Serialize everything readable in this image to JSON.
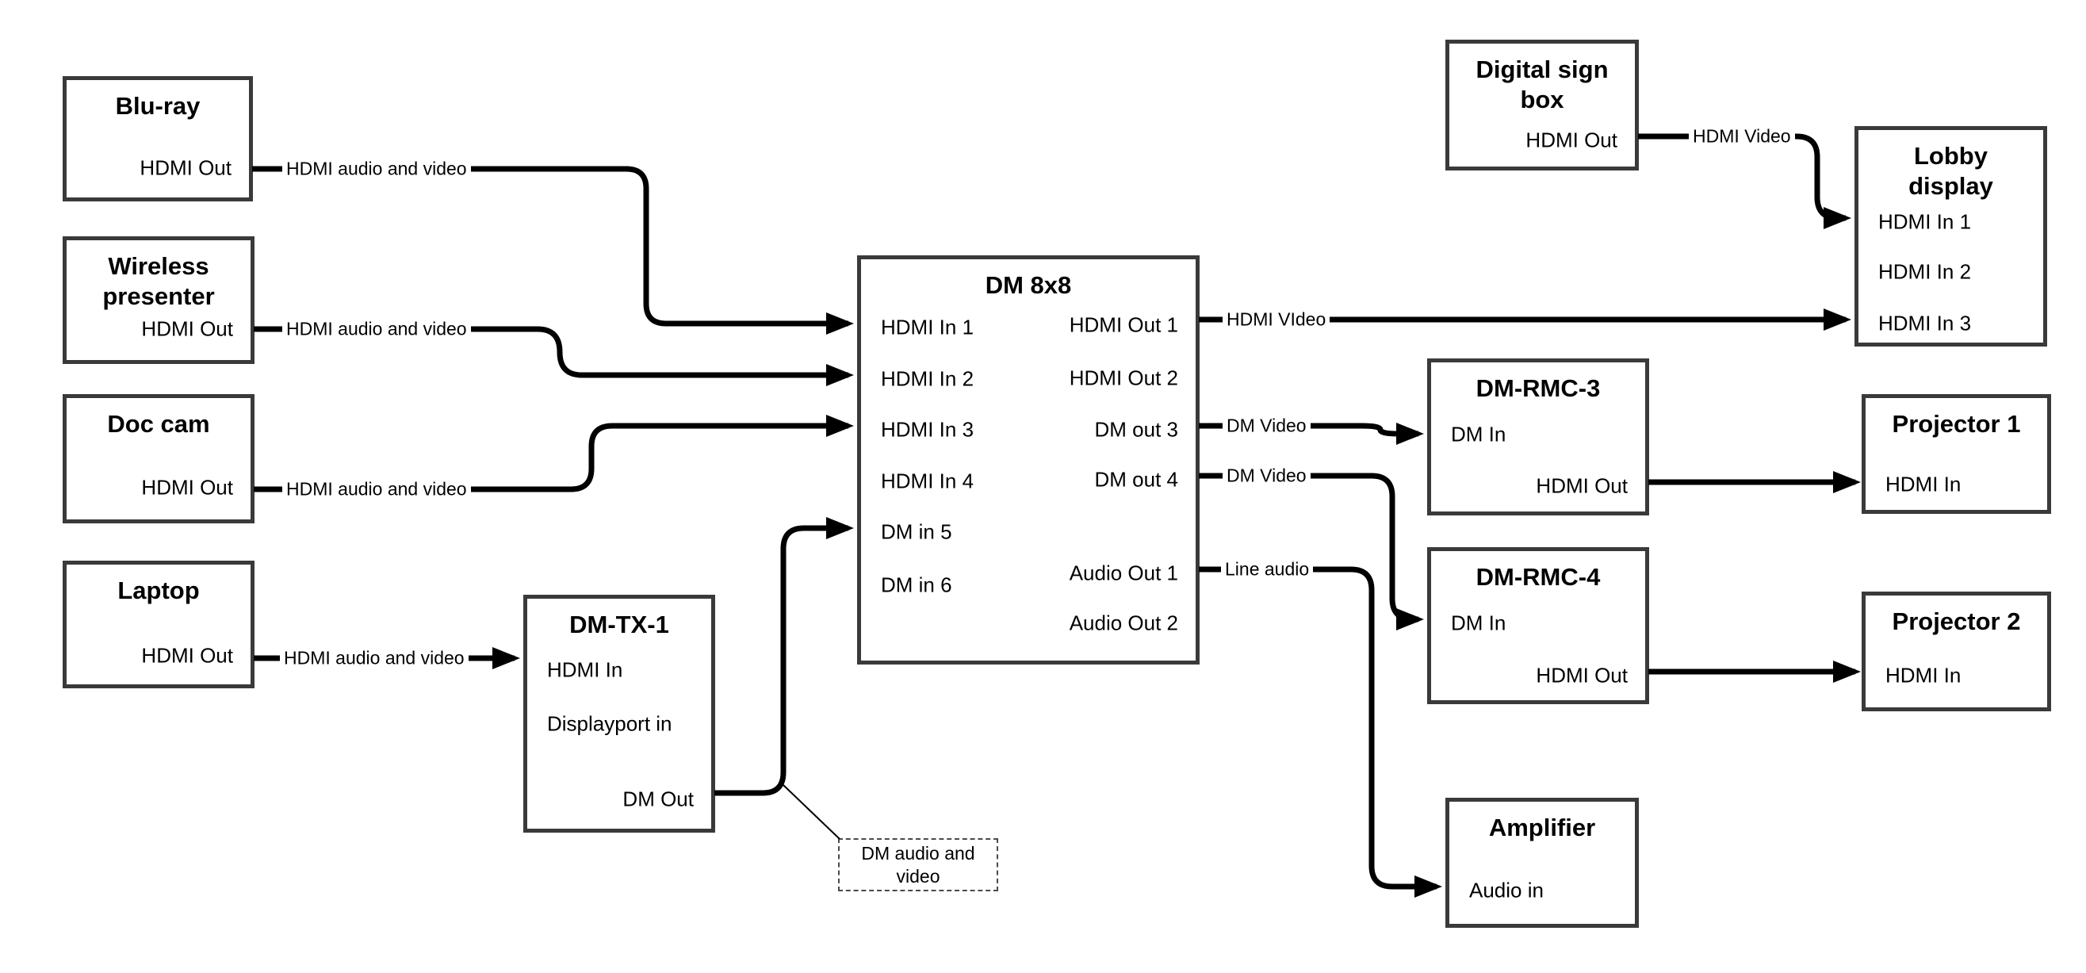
{
  "nodes": {
    "bluray": {
      "title": "Blu-ray",
      "ports": {
        "hdmi_out": "HDMI Out"
      }
    },
    "wireless": {
      "title": "Wireless presenter",
      "ports": {
        "hdmi_out": "HDMI Out"
      }
    },
    "doccam": {
      "title": "Doc cam",
      "ports": {
        "hdmi_out": "HDMI Out"
      }
    },
    "laptop": {
      "title": "Laptop",
      "ports": {
        "hdmi_out": "HDMI Out"
      }
    },
    "dmtx": {
      "title": "DM-TX-1",
      "ports": {
        "hdmi_in": "HDMI In",
        "displayport_in": "Displayport in",
        "dm_out": "DM Out"
      }
    },
    "dm8x8": {
      "title": "DM 8x8",
      "ports": {
        "hdmi_in_1": "HDMI In 1",
        "hdmi_in_2": "HDMI In 2",
        "hdmi_in_3": "HDMI In 3",
        "hdmi_in_4": "HDMI In 4",
        "dm_in_5": "DM in 5",
        "dm_in_6": "DM in 6",
        "hdmi_out_1": "HDMI Out 1",
        "hdmi_out_2": "HDMI Out 2",
        "dm_out_3": "DM out 3",
        "dm_out_4": "DM out 4",
        "audio_out_1": "Audio Out 1",
        "audio_out_2": "Audio Out 2"
      }
    },
    "signbox": {
      "title": "Digital sign box",
      "ports": {
        "hdmi_out": "HDMI Out"
      }
    },
    "lobby": {
      "title": "Lobby display",
      "ports": {
        "hdmi_in_1": "HDMI In 1",
        "hdmi_in_2": "HDMI In 2",
        "hdmi_in_3": "HDMI In 3"
      }
    },
    "rmc3": {
      "title": "DM-RMC-3",
      "ports": {
        "dm_in": "DM In",
        "hdmi_out": "HDMI Out"
      }
    },
    "proj1": {
      "title": "Projector 1",
      "ports": {
        "hdmi_in": "HDMI In"
      }
    },
    "rmc4": {
      "title": "DM-RMC-4",
      "ports": {
        "dm_in": "DM In",
        "hdmi_out": "HDMI Out"
      }
    },
    "proj2": {
      "title": "Projector 2",
      "ports": {
        "hdmi_in": "HDMI In"
      }
    },
    "amp": {
      "title": "Amplifier",
      "ports": {
        "audio_in": "Audio in"
      }
    }
  },
  "edge_labels": {
    "bluray_to_dm8x8": "HDMI audio and video",
    "wireless_to_dm8x8": "HDMI audio and video",
    "doccam_to_dm8x8": "HDMI audio and video",
    "laptop_to_dmtx": "HDMI audio and video",
    "hdmi_out_1": "HDMI VIdeo",
    "dm_out_3": "DM Video",
    "dm_out_4": "DM Video",
    "audio_out_1": "Line audio",
    "signbox_to_lobby": "HDMI Video"
  },
  "note": {
    "text": "DM audio and video"
  },
  "colors": {
    "line": "#000000",
    "box_border": "#3a3a3a",
    "background": "#ffffff",
    "text": "#000000"
  }
}
